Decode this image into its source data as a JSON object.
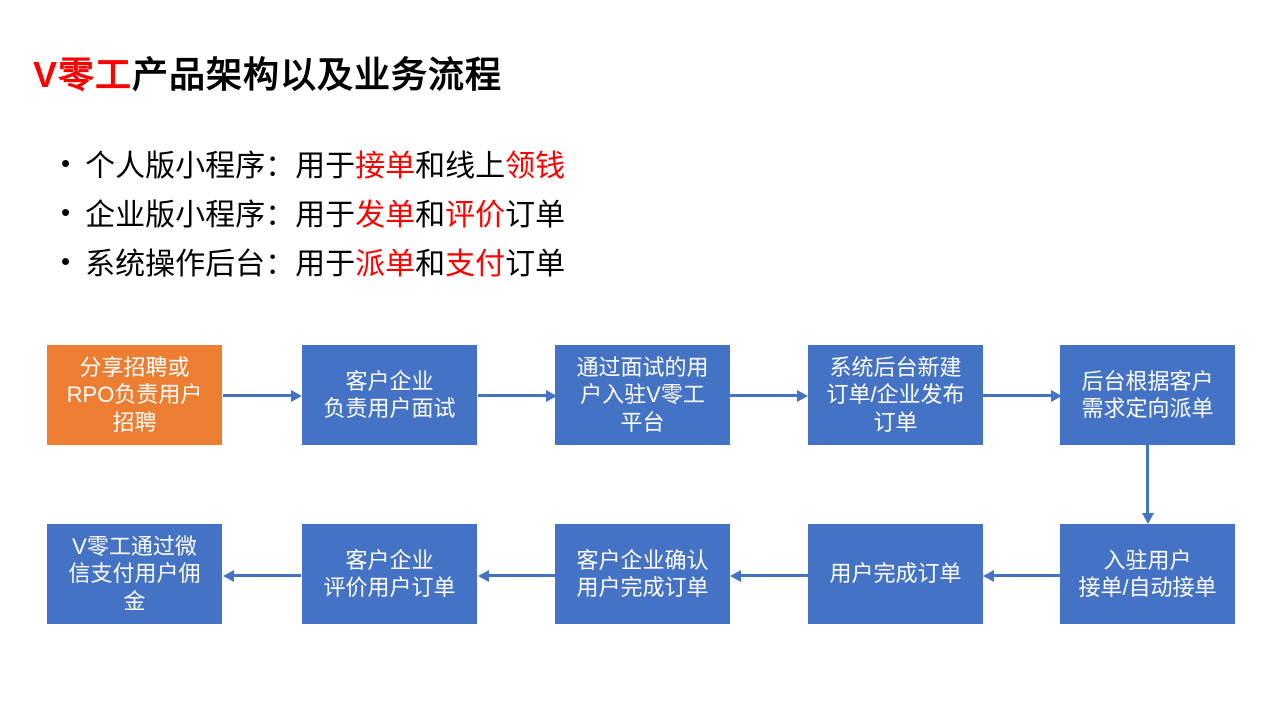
{
  "slide": {
    "title": {
      "highlight": "V零工",
      "rest": "产品架构以及业务流程"
    },
    "bullet_glyph": "•"
  },
  "bullets": [
    {
      "segments": [
        {
          "text": "个人版小程序：用于",
          "red": false
        },
        {
          "text": "接单",
          "red": true
        },
        {
          "text": "和线上",
          "red": false
        },
        {
          "text": "领钱",
          "red": true
        }
      ]
    },
    {
      "segments": [
        {
          "text": "企业版小程序：用于",
          "red": false
        },
        {
          "text": "发单",
          "red": true
        },
        {
          "text": "和",
          "red": false
        },
        {
          "text": "评价",
          "red": true
        },
        {
          "text": "订单",
          "red": false
        }
      ]
    },
    {
      "segments": [
        {
          "text": "系统操作后台：用于",
          "red": false
        },
        {
          "text": "派单",
          "red": true
        },
        {
          "text": "和",
          "red": false
        },
        {
          "text": "支付",
          "red": true
        },
        {
          "text": "订单",
          "red": false
        }
      ]
    }
  ],
  "flow": {
    "top_row": [
      {
        "id": "recruit",
        "text": "分享招聘或\nRPO负责用户\n招聘",
        "variant": "orange"
      },
      {
        "id": "interview",
        "text": "客户企业\n负责用户面试",
        "variant": "blue"
      },
      {
        "id": "onboard",
        "text": "通过面试的用\n户入驻V零工\n平台",
        "variant": "blue"
      },
      {
        "id": "create-order",
        "text": "系统后台新建\n订单/企业发布\n订单",
        "variant": "blue"
      },
      {
        "id": "dispatch",
        "text": "后台根据客户\n需求定向派单",
        "variant": "blue"
      }
    ],
    "bottom_row": [
      {
        "id": "pay-commission",
        "text": "V零工通过微\n信支付用户佣\n金",
        "variant": "blue"
      },
      {
        "id": "rate-order",
        "text": "客户企业\n评价用户订单",
        "variant": "blue"
      },
      {
        "id": "confirm-complete",
        "text": "客户企业确认\n用户完成订单",
        "variant": "blue"
      },
      {
        "id": "complete-order",
        "text": "用户完成订单",
        "variant": "blue"
      },
      {
        "id": "accept-order",
        "text": "入驻用户\n接单/自动接单",
        "variant": "blue"
      }
    ]
  },
  "colors": {
    "accent_blue": "#4472c4",
    "accent_orange": "#ed7d31",
    "highlight_red": "#ff0000",
    "text_black": "#000000",
    "box_text_white": "#ffffff",
    "background": "#ffffff"
  }
}
